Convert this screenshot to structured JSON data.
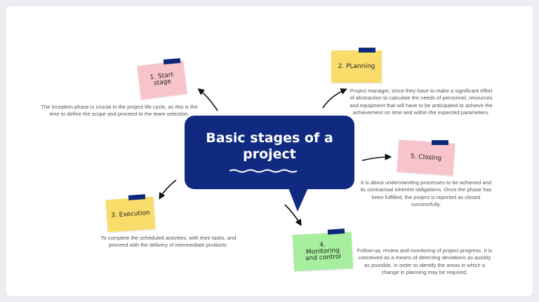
{
  "title": "Basic stages of a project",
  "colors": {
    "bubble": "#0f2a80",
    "tape": "#0d2a7a",
    "pink": "#f8c4cc",
    "yellow": "#f9dd6a",
    "green": "#a7ef9e"
  },
  "stages": [
    {
      "label": "1.  Start stage",
      "description": "The inception phase is crucial in the project life cycle, as this is the time to define the scope and proceed to the team selection."
    },
    {
      "label": "2. PLanning",
      "description": "Project manager, since they have to make a significant effort of abstraction to calculate the needs of personnel, resources and equipment that will have to be anticipated to achieve the achievement on time and within the expected parameters."
    },
    {
      "label": "3. Execution",
      "description": "To complete the scheduled activities, with their tasks, and proceed with the delivery of intermediate products."
    },
    {
      "label": "4. Monitoring and control",
      "description": "Follow-up, review and monitoring of project progress. It is conceived as a means of detecting deviations as quickly as possible, in order to identify the areas in which a change in planning may be required."
    },
    {
      "label": "5. Closing",
      "description": "It is about understanding processes to be achieved and its contractual inherent obligations. Once the phase has been fulfilled, the project is reported as closed successfully."
    }
  ]
}
